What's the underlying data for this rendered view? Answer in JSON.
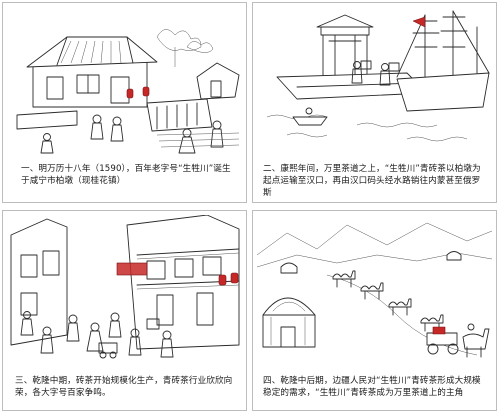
{
  "panels": [
    {
      "id": 1,
      "caption": "一、明万历十八年（1590），百年老字号“生牲川”诞生于咸宁市柏墩（现桂花镇）",
      "scene_icon": "ming-dynasty-street-scene-illustration"
    },
    {
      "id": 2,
      "caption": "二、康熙年间，万里茶道之上，“生牲川”青砖茶以柏墩为起点运输至汉口，再由汉口码头经水路销往内蒙甚至俄罗斯",
      "scene_icon": "hankou-dock-ship-illustration"
    },
    {
      "id": 3,
      "caption": "三、乾隆中期，砖茶开始规模化生产，青砖茶行业欣欣向荣，各大字号百家争鸣。",
      "scene_icon": "busy-market-street-illustration"
    },
    {
      "id": 4,
      "caption": "四、乾隆中后期，边疆人民对“生牲川”青砖茶形成大规模稳定的需求，“生牲川”青砖茶成为万里茶道上的主角",
      "scene_icon": "frontier-camel-caravan-illustration"
    }
  ],
  "colors": {
    "line": "#2b2b2b",
    "accent": "#c62828",
    "border": "#bdbdbd",
    "background": "#ffffff"
  }
}
